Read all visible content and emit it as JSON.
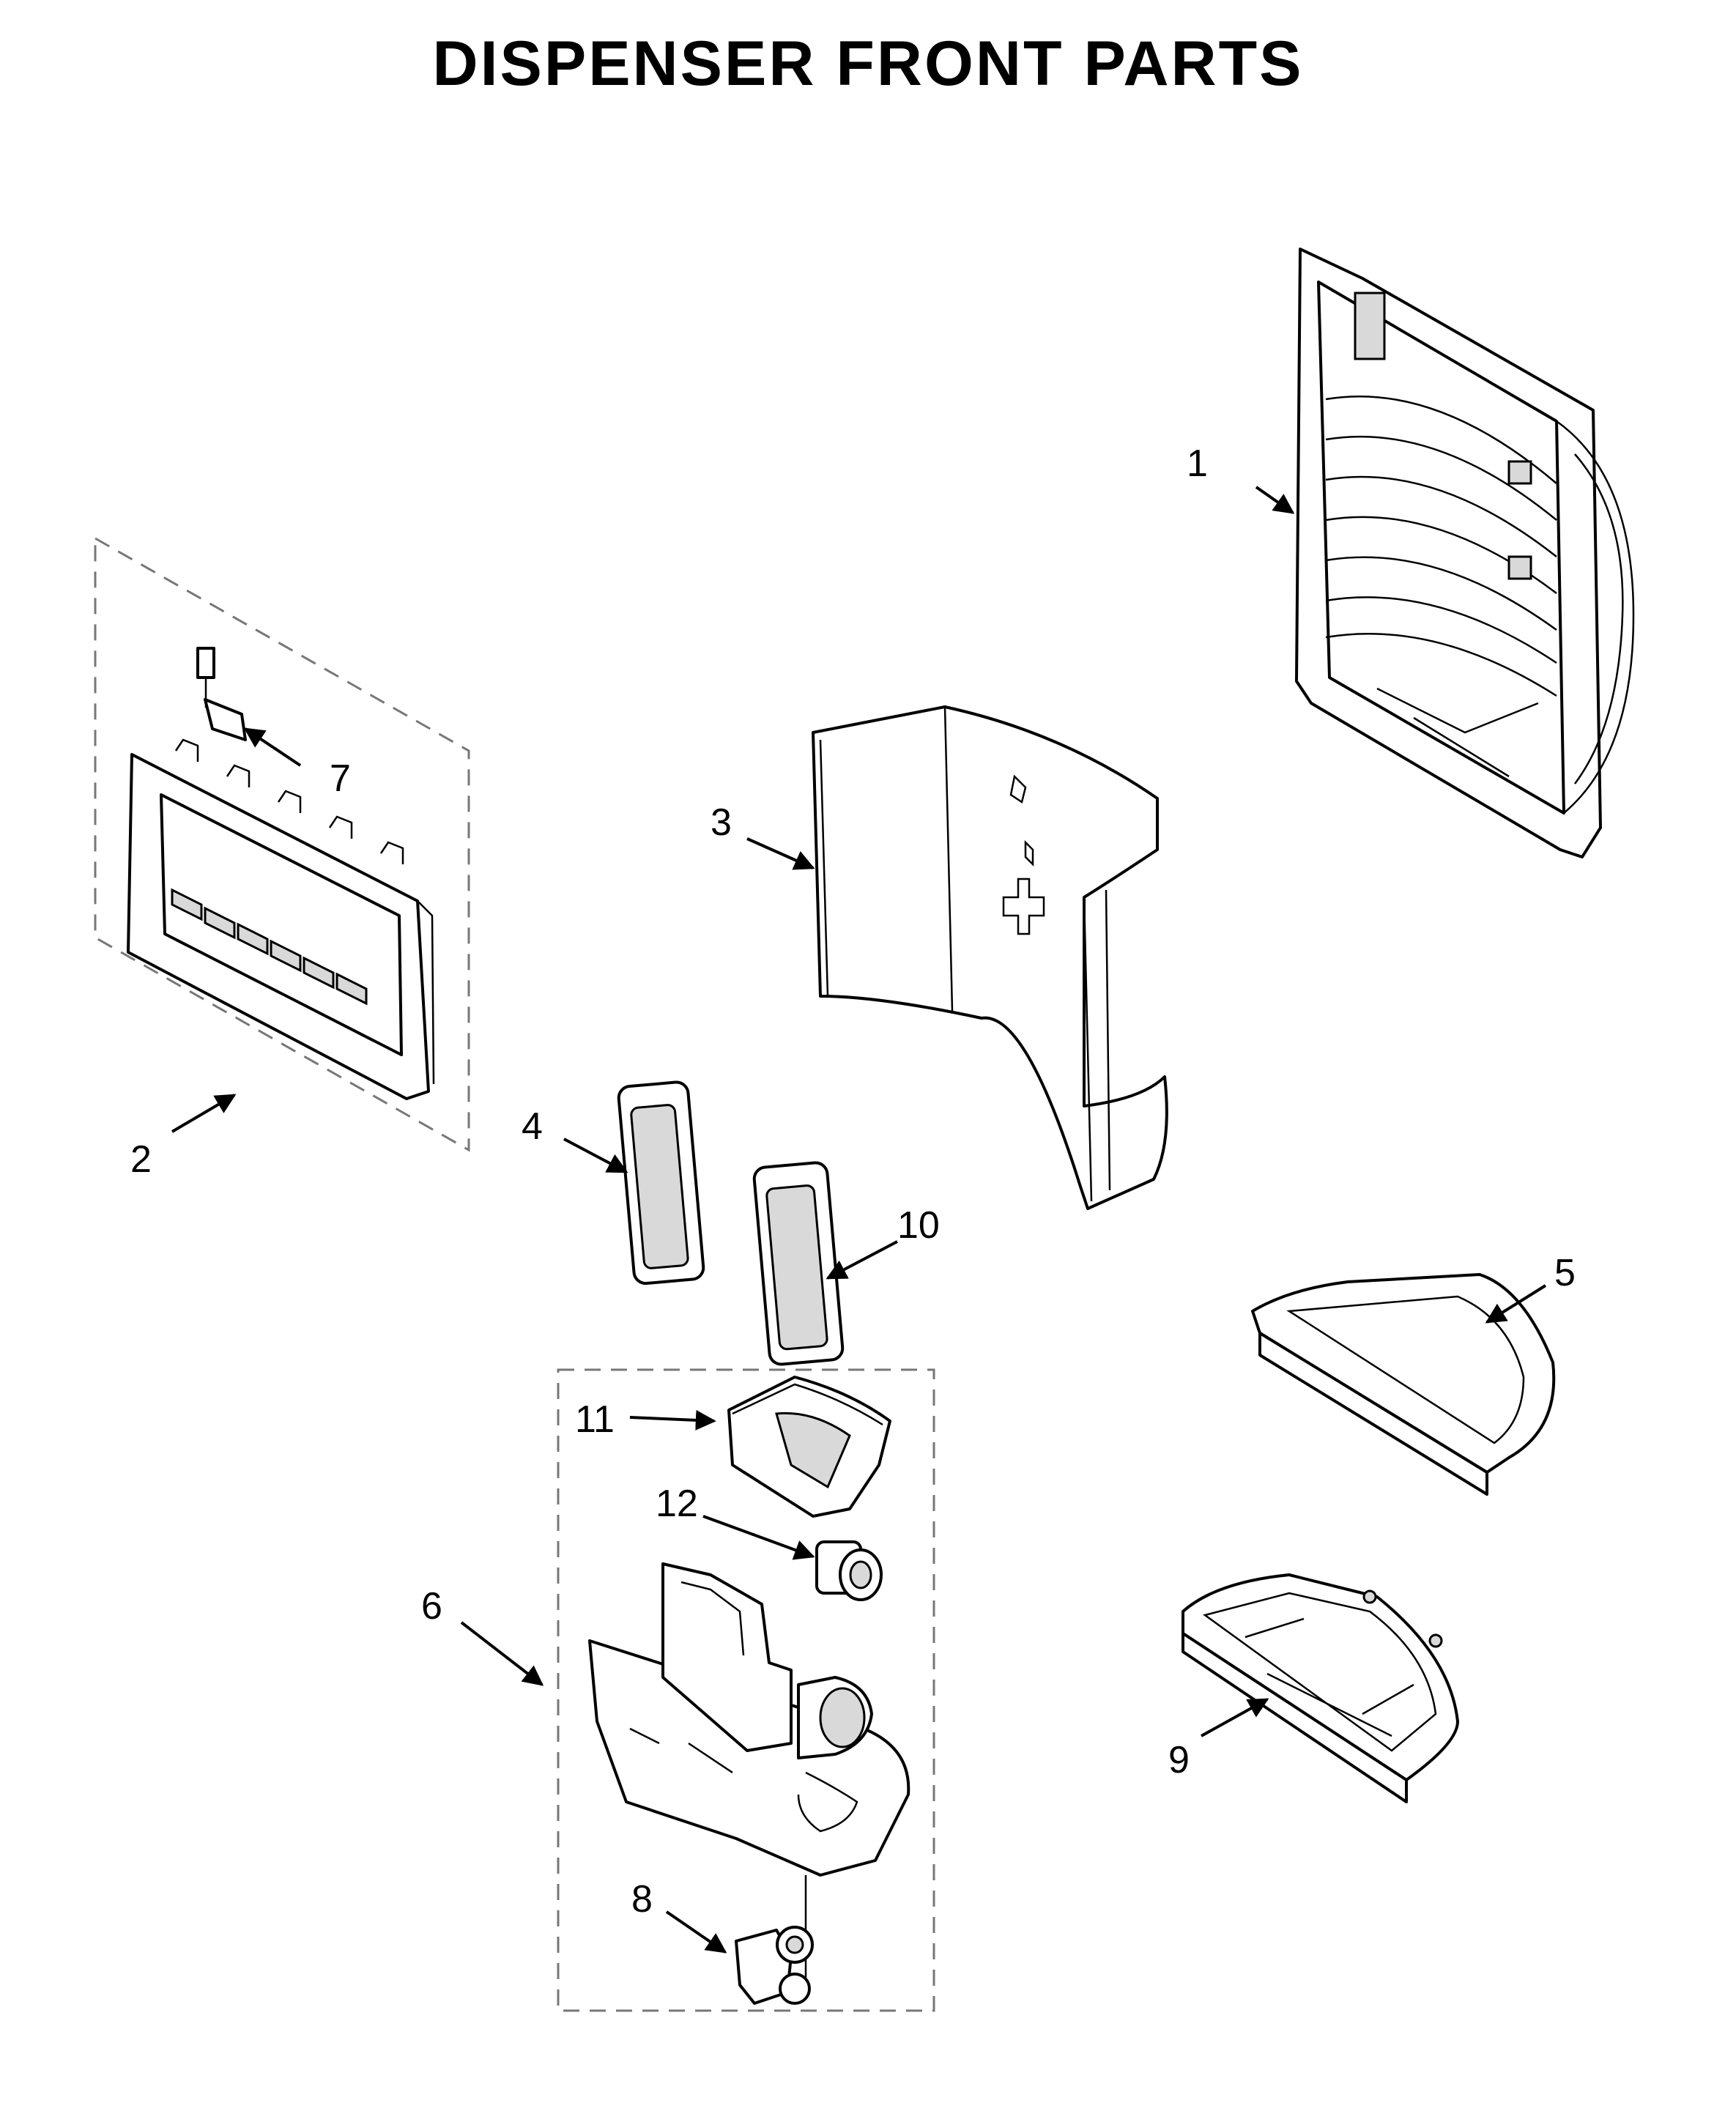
{
  "title": "DISPENSER FRONT PARTS",
  "callouts": {
    "c1": "1",
    "c2": "2",
    "c3": "3",
    "c4": "4",
    "c5": "5",
    "c6": "6",
    "c7": "7",
    "c8": "8",
    "c9": "9",
    "c10": "10",
    "c11": "11",
    "c12": "12"
  }
}
